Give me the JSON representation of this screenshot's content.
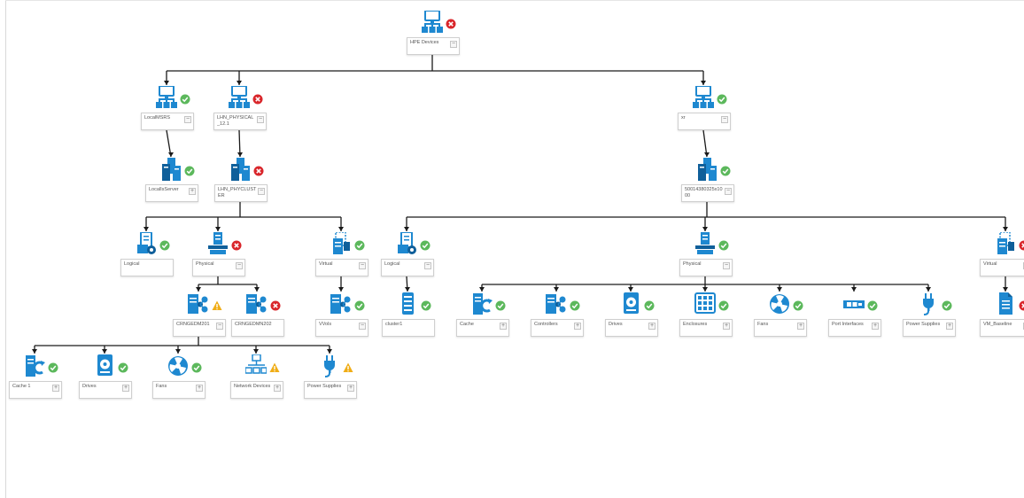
{
  "colors": {
    "icon_primary": "#1e88d0",
    "icon_dark": "#0f5f9a",
    "connector": "#1a1a1a",
    "status_ok": "#5cb85c",
    "status_error": "#d9262b",
    "status_warning": "#f0ad16"
  },
  "nodes": [
    {
      "id": "root",
      "label": "HPE Devices",
      "icon": "network-group-icon",
      "status": "error",
      "expander": "−"
    },
    {
      "id": "n1",
      "label": "LocalMSRS",
      "icon": "network-group-icon",
      "status": "ok",
      "expander": "−"
    },
    {
      "id": "n1a",
      "label": "LocalIsServer",
      "icon": "server-cluster-icon",
      "status": "ok",
      "expander": "+"
    },
    {
      "id": "n2",
      "label": "LHN_PHYSICAL_12.1",
      "icon": "network-group-icon",
      "status": "error",
      "expander": "−"
    },
    {
      "id": "n2a",
      "label": "LHN_PHYCLUSTER",
      "icon": "server-cluster-icon",
      "status": "error",
      "expander": "−"
    },
    {
      "id": "n2a1",
      "label": "Logical",
      "icon": "logical-storage-icon",
      "status": "ok",
      "expander": ""
    },
    {
      "id": "n2a2",
      "label": "Physical",
      "icon": "physical-hardware-icon",
      "status": "error",
      "expander": "−"
    },
    {
      "id": "n2a3",
      "label": "Virtual",
      "icon": "virtual-storage-icon",
      "status": "ok",
      "expander": "−"
    },
    {
      "id": "c1",
      "label": "CRNGEDM201",
      "icon": "controller-icon",
      "status": "warning",
      "expander": "−"
    },
    {
      "id": "c2",
      "label": "CRNGEDMN202",
      "icon": "controller-icon",
      "status": "error",
      "expander": ""
    },
    {
      "id": "vv",
      "label": "VVols",
      "icon": "controller-icon",
      "status": "ok",
      "expander": "−"
    },
    {
      "id": "l1",
      "label": "Cache 1",
      "icon": "cache-icon",
      "status": "ok",
      "expander": "+"
    },
    {
      "id": "l2",
      "label": "Drives",
      "icon": "drive-icon",
      "status": "ok",
      "expander": "+"
    },
    {
      "id": "l3",
      "label": "Fans",
      "icon": "fan-icon",
      "status": "ok",
      "expander": "+"
    },
    {
      "id": "l4",
      "label": "Network Devices",
      "icon": "network-devices-icon",
      "status": "warning",
      "expander": "+"
    },
    {
      "id": "l5",
      "label": "Power Supplies",
      "icon": "power-plug-icon",
      "status": "warning",
      "expander": "+"
    },
    {
      "id": "n3",
      "label": "xr",
      "icon": "network-group-icon",
      "status": "ok",
      "expander": "−"
    },
    {
      "id": "n3a",
      "label": "50014380325x1000",
      "icon": "server-cluster-icon",
      "status": "ok",
      "expander": "−"
    },
    {
      "id": "r1",
      "label": "Logical",
      "icon": "logical-storage-icon",
      "status": "ok",
      "expander": "−"
    },
    {
      "id": "r2",
      "label": "Physical",
      "icon": "physical-hardware-icon",
      "status": "ok",
      "expander": "−"
    },
    {
      "id": "r3",
      "label": "Virtual",
      "icon": "virtual-storage-icon",
      "status": "error",
      "expander": "−"
    },
    {
      "id": "r1a",
      "label": "cluster1",
      "icon": "volume-stack-icon",
      "status": "ok",
      "expander": ""
    },
    {
      "id": "p1",
      "label": "Cache",
      "icon": "cache-icon",
      "status": "ok",
      "expander": "+"
    },
    {
      "id": "p2",
      "label": "Controllers",
      "icon": "controller-icon",
      "status": "ok",
      "expander": "+"
    },
    {
      "id": "p3",
      "label": "Drives",
      "icon": "drive-icon",
      "status": "ok",
      "expander": "+"
    },
    {
      "id": "p4",
      "label": "Enclosures",
      "icon": "enclosure-icon",
      "status": "ok",
      "expander": "+"
    },
    {
      "id": "p5",
      "label": "Fans",
      "icon": "fan-icon",
      "status": "ok",
      "expander": "+"
    },
    {
      "id": "p6",
      "label": "Port Interfaces",
      "icon": "port-interface-icon",
      "status": "ok",
      "expander": "+"
    },
    {
      "id": "p7",
      "label": "Power Supplies",
      "icon": "power-plug-icon",
      "status": "ok",
      "expander": "+"
    },
    {
      "id": "r3a",
      "label": "VM_Baseline",
      "icon": "vm-document-icon",
      "status": "error",
      "expander": "+"
    }
  ]
}
